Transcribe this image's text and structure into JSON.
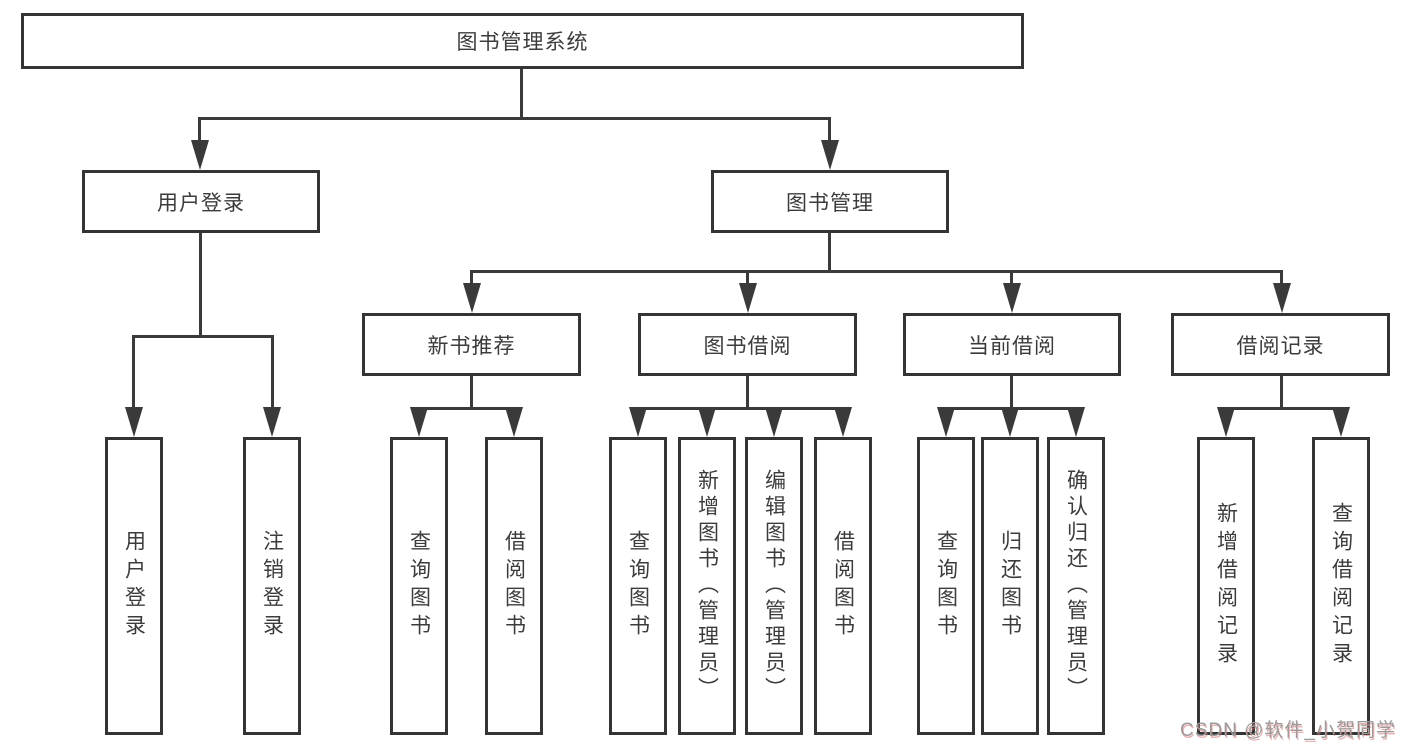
{
  "diagram": {
    "type": "tree-diagram",
    "colors": {
      "line": "#3a3a3a",
      "border": "#343434",
      "text": "#3c3c3c",
      "background": "#ffffff",
      "watermark": "#9b9b9b"
    },
    "nodes": {
      "root": {
        "label": "图书管理系统"
      },
      "userLogin": {
        "label": "用户登录"
      },
      "bookManagement": {
        "label": "图书管理"
      },
      "newBookRecommend": {
        "label": "新书推荐"
      },
      "bookBorrow": {
        "label": "图书借阅"
      },
      "currentBorrow": {
        "label": "当前借阅"
      },
      "borrowRecord": {
        "label": "借阅记录"
      },
      "leafUserLogin": {
        "label": "用户登录"
      },
      "leafLogout": {
        "label": "注销登录"
      },
      "leafQueryBook1": {
        "label": "查询图书"
      },
      "leafBorrowBook1": {
        "label": "借阅图书"
      },
      "leafQueryBook2": {
        "label": "查询图书"
      },
      "leafAddBook": {
        "label": "新增图书（管理员）"
      },
      "leafEditBook": {
        "label": "编辑图书（管理员）"
      },
      "leafBorrowBook2": {
        "label": "借阅图书"
      },
      "leafQueryBook3": {
        "label": "查询图书"
      },
      "leafReturnBook": {
        "label": "归还图书"
      },
      "leafConfirmReturn": {
        "label": "确认归还（管理员）"
      },
      "leafAddBorrowRec": {
        "label": "新增借阅记录"
      },
      "leafQueryBorrowRec": {
        "label": "查询借阅记录"
      }
    },
    "hierarchy": {
      "label": "图书管理系统",
      "children": [
        {
          "label": "用户登录",
          "children": [
            {
              "label": "用户登录"
            },
            {
              "label": "注销登录"
            }
          ]
        },
        {
          "label": "图书管理",
          "children": [
            {
              "label": "新书推荐",
              "children": [
                {
                  "label": "查询图书"
                },
                {
                  "label": "借阅图书"
                }
              ]
            },
            {
              "label": "图书借阅",
              "children": [
                {
                  "label": "查询图书"
                },
                {
                  "label": "新增图书（管理员）"
                },
                {
                  "label": "编辑图书（管理员）"
                },
                {
                  "label": "借阅图书"
                }
              ]
            },
            {
              "label": "当前借阅",
              "children": [
                {
                  "label": "查询图书"
                },
                {
                  "label": "归还图书"
                },
                {
                  "label": "确认归还（管理员）"
                }
              ]
            },
            {
              "label": "借阅记录",
              "children": [
                {
                  "label": "新增借阅记录"
                },
                {
                  "label": "查询借阅记录"
                }
              ]
            }
          ]
        }
      ]
    },
    "watermark": "CSDN @软件_小贺同学"
  }
}
